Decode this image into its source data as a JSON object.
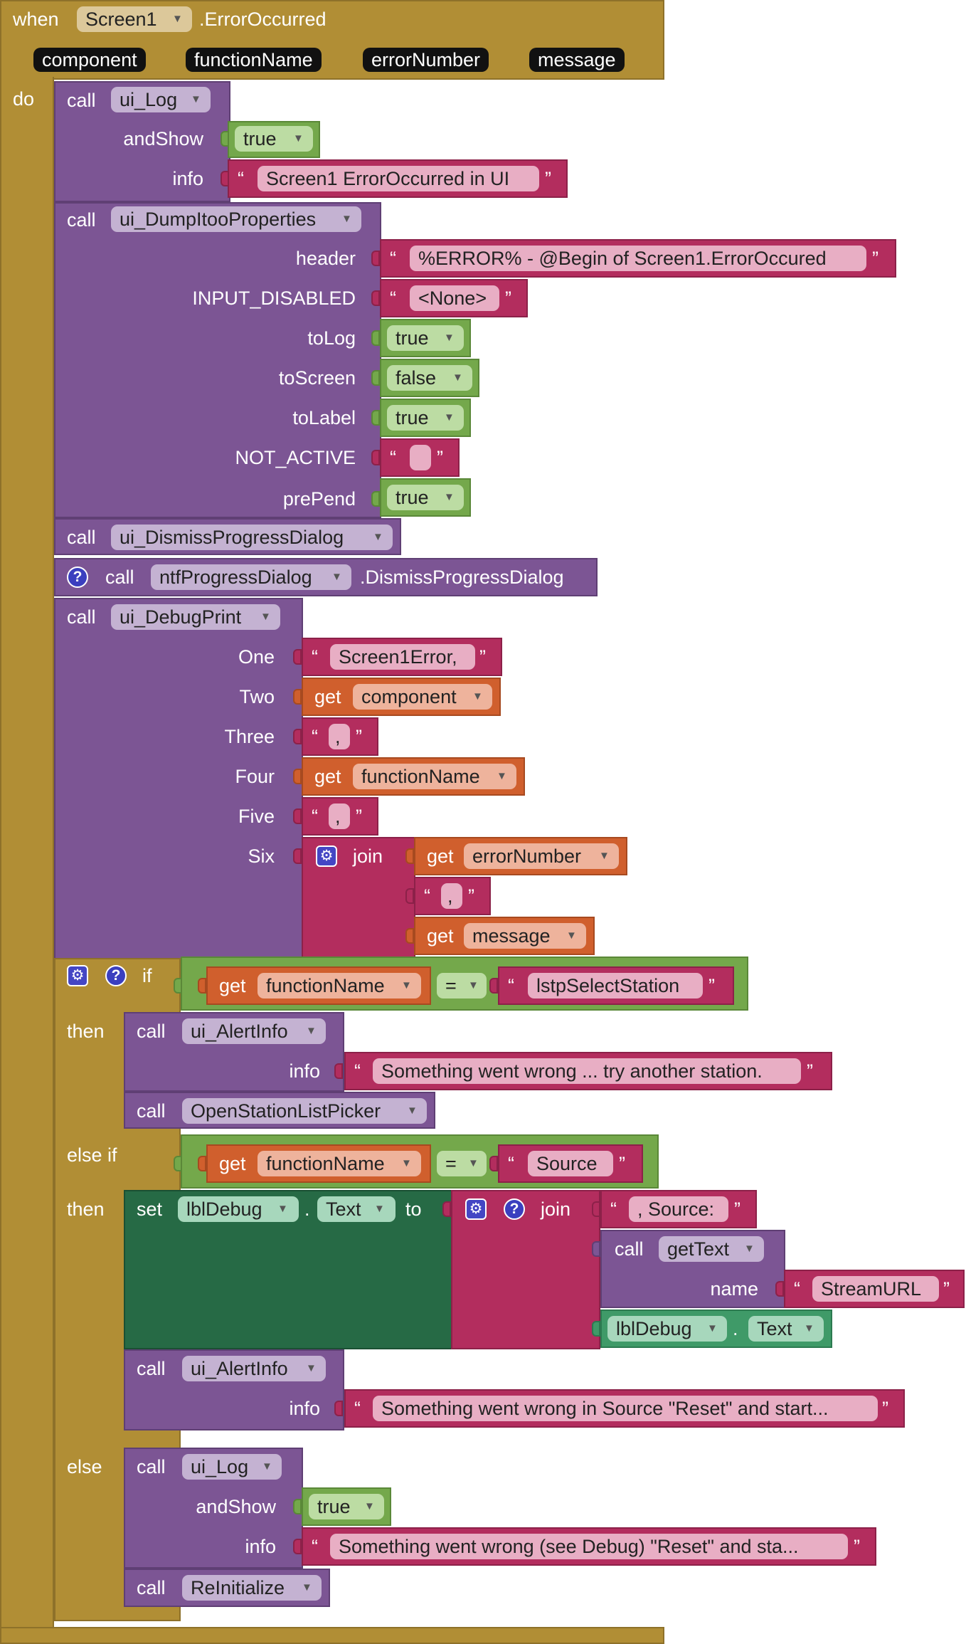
{
  "event": {
    "when": "when",
    "component": "Screen1",
    "event_name": ".ErrorOccurred",
    "params": [
      "component",
      "functionName",
      "errorNumber",
      "message"
    ],
    "do": "do"
  },
  "ui_log": {
    "call": "call",
    "name": "ui_Log",
    "andShow_label": "andShow",
    "andShow_value": "true",
    "info_label": "info",
    "info_value": "Screen1 ErrorOccurred in UI"
  },
  "dump": {
    "call": "call",
    "name": "ui_DumpItooProperties",
    "header_label": "header",
    "header_value": "%ERROR% - @Begin of Screen1.ErrorOccured",
    "input_disabled_label": "INPUT_DISABLED",
    "input_disabled_value": "<None>",
    "tolog_label": "toLog",
    "tolog_value": "true",
    "toscreen_label": "toScreen",
    "toscreen_value": "false",
    "tolabel_label": "toLabel",
    "tolabel_value": "true",
    "not_active_label": "NOT_ACTIVE",
    "not_active_value": "",
    "prepend_label": "prePend",
    "prepend_value": "true"
  },
  "dismiss": {
    "call": "call",
    "name": "ui_DismissProgressDialog"
  },
  "ntf": {
    "call": "call",
    "component": "ntfProgressDialog",
    "method": ".DismissProgressDialog"
  },
  "debugprint": {
    "call": "call",
    "name": "ui_DebugPrint",
    "one_label": "One",
    "one_value": "Screen1Error,",
    "two_label": "Two",
    "get": "get",
    "two_var": "component",
    "three_label": "Three",
    "three_value": ",",
    "four_label": "Four",
    "four_var": "functionName",
    "five_label": "Five",
    "five_value": ",",
    "six_label": "Six",
    "join": "join",
    "six_var1": "errorNumber",
    "six_text": ",",
    "six_var2": "message"
  },
  "ifblock": {
    "if": "if",
    "then": "then",
    "else_if": "else if",
    "else": "else",
    "get": "get",
    "var": "functionName",
    "op": "=",
    "cond1_value": "lstpSelectStation",
    "cond2_value": "Source"
  },
  "then1": {
    "call": "call",
    "alert": "ui_AlertInfo",
    "info_label": "info",
    "info_value": "Something went wrong ... try another station.",
    "picker": "OpenStationListPicker"
  },
  "then2": {
    "set": "set",
    "component": "lblDebug",
    "property": "Text",
    "to": "to",
    "join": "join",
    "source_text": ", Source:",
    "call": "call",
    "gettext": "getText",
    "name_label": "name",
    "name_value": "StreamURL",
    "comp2": "lblDebug",
    "prop2": "Text",
    "alert": "ui_AlertInfo",
    "info_label": "info",
    "info_value": "Something went wrong in Source \"Reset\" and start..."
  },
  "else_blk": {
    "call": "call",
    "log": "ui_Log",
    "andShow_label": "andShow",
    "andShow_value": "true",
    "info_label": "info",
    "info_value": "Something went wrong (see Debug) \"Reset\" and sta...",
    "reinit": "ReInitialize"
  }
}
